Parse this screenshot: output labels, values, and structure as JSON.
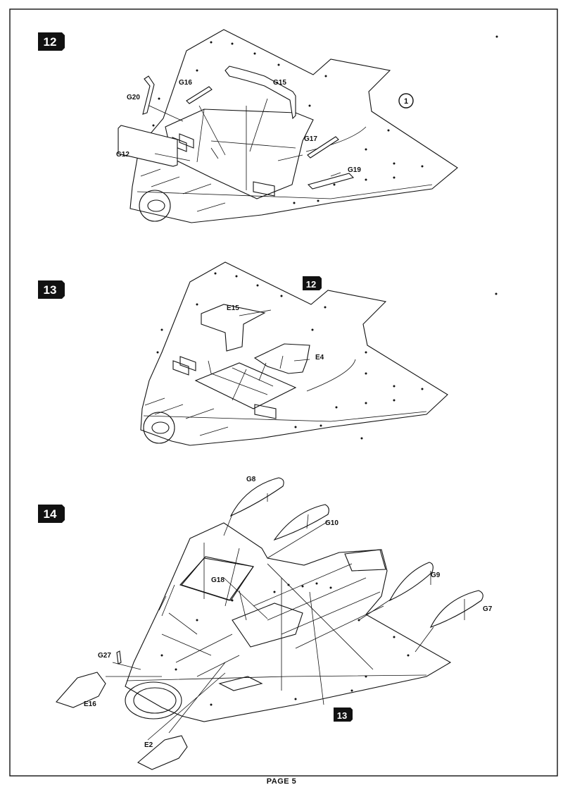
{
  "page": {
    "label": "PAGE 5"
  },
  "steps": [
    {
      "number": "12",
      "ref_step": "1",
      "parts": [
        "G16",
        "G15",
        "G20",
        "G17",
        "G12",
        "G19"
      ]
    },
    {
      "number": "13",
      "ref_badge": "12",
      "parts": [
        "E15",
        "E4"
      ]
    },
    {
      "number": "14",
      "ref_badge": "13",
      "parts": [
        "G8",
        "G10",
        "G18",
        "G9",
        "G7",
        "G27",
        "E16",
        "E2"
      ]
    }
  ],
  "colors": {
    "ink": "#111111",
    "paper": "#ffffff"
  }
}
